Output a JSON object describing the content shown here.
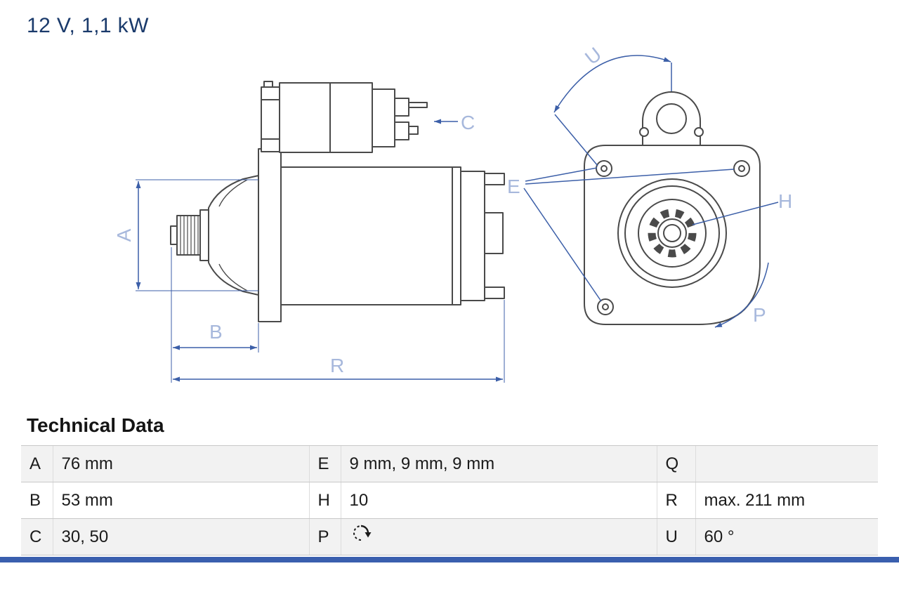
{
  "header": {
    "title": "12 V, 1,1 kW"
  },
  "diagram": {
    "dimension_labels": {
      "A": "A",
      "B": "B",
      "C": "C",
      "E": "E",
      "H": "H",
      "P": "P",
      "R": "R",
      "U": "U"
    }
  },
  "technical_data": {
    "heading": "Technical Data",
    "rows": [
      {
        "cells": [
          {
            "key": "A",
            "value": "76 mm"
          },
          {
            "key": "E",
            "value": "9 mm, 9 mm, 9 mm"
          },
          {
            "key": "Q",
            "value": ""
          }
        ]
      },
      {
        "cells": [
          {
            "key": "B",
            "value": "53 mm"
          },
          {
            "key": "H",
            "value": "10"
          },
          {
            "key": "R",
            "value": "max. 211 mm"
          }
        ]
      },
      {
        "cells": [
          {
            "key": "C",
            "value": "30, 50"
          },
          {
            "key": "P",
            "value": "",
            "icon": "rotation-clockwise-icon"
          },
          {
            "key": "U",
            "value": "60 °"
          }
        ]
      }
    ]
  },
  "colors": {
    "title_navy": "#1a3a6b",
    "dimension_blue": "#3c5fa8",
    "label_light_blue": "#a7b8dc",
    "drawing_line": "#4a4a4a",
    "row_shade": "#f2f2f2",
    "divider": "#c8c8c8",
    "bottom_bar_blue": "#3a5fae"
  }
}
